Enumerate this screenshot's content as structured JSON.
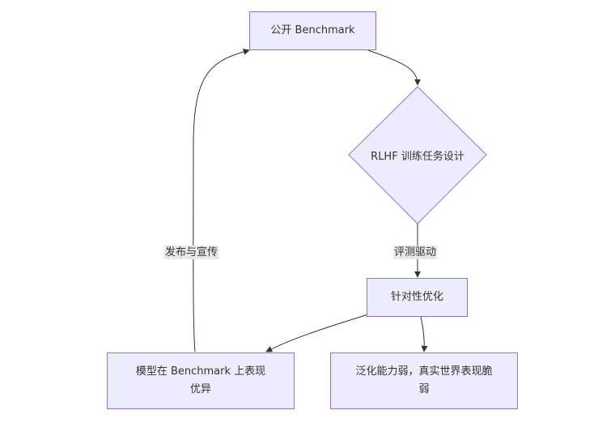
{
  "nodes": {
    "public_benchmark": "公开 Benchmark",
    "rlhf_design": "RLHF 训练任务设计",
    "targeted_opt": "针对性优化",
    "model_good": "模型在 Benchmark 上表现优异",
    "weak_generalization": "泛化能力弱，真实世界表现脆弱"
  },
  "edges": {
    "eval_driven": "评测驱动",
    "publish_promote": "发布与宣传"
  },
  "colors": {
    "node_fill": "#ECECFF",
    "node_stroke": "#9370DB",
    "edge": "#333333",
    "label_bg": "#e8e8e8"
  }
}
